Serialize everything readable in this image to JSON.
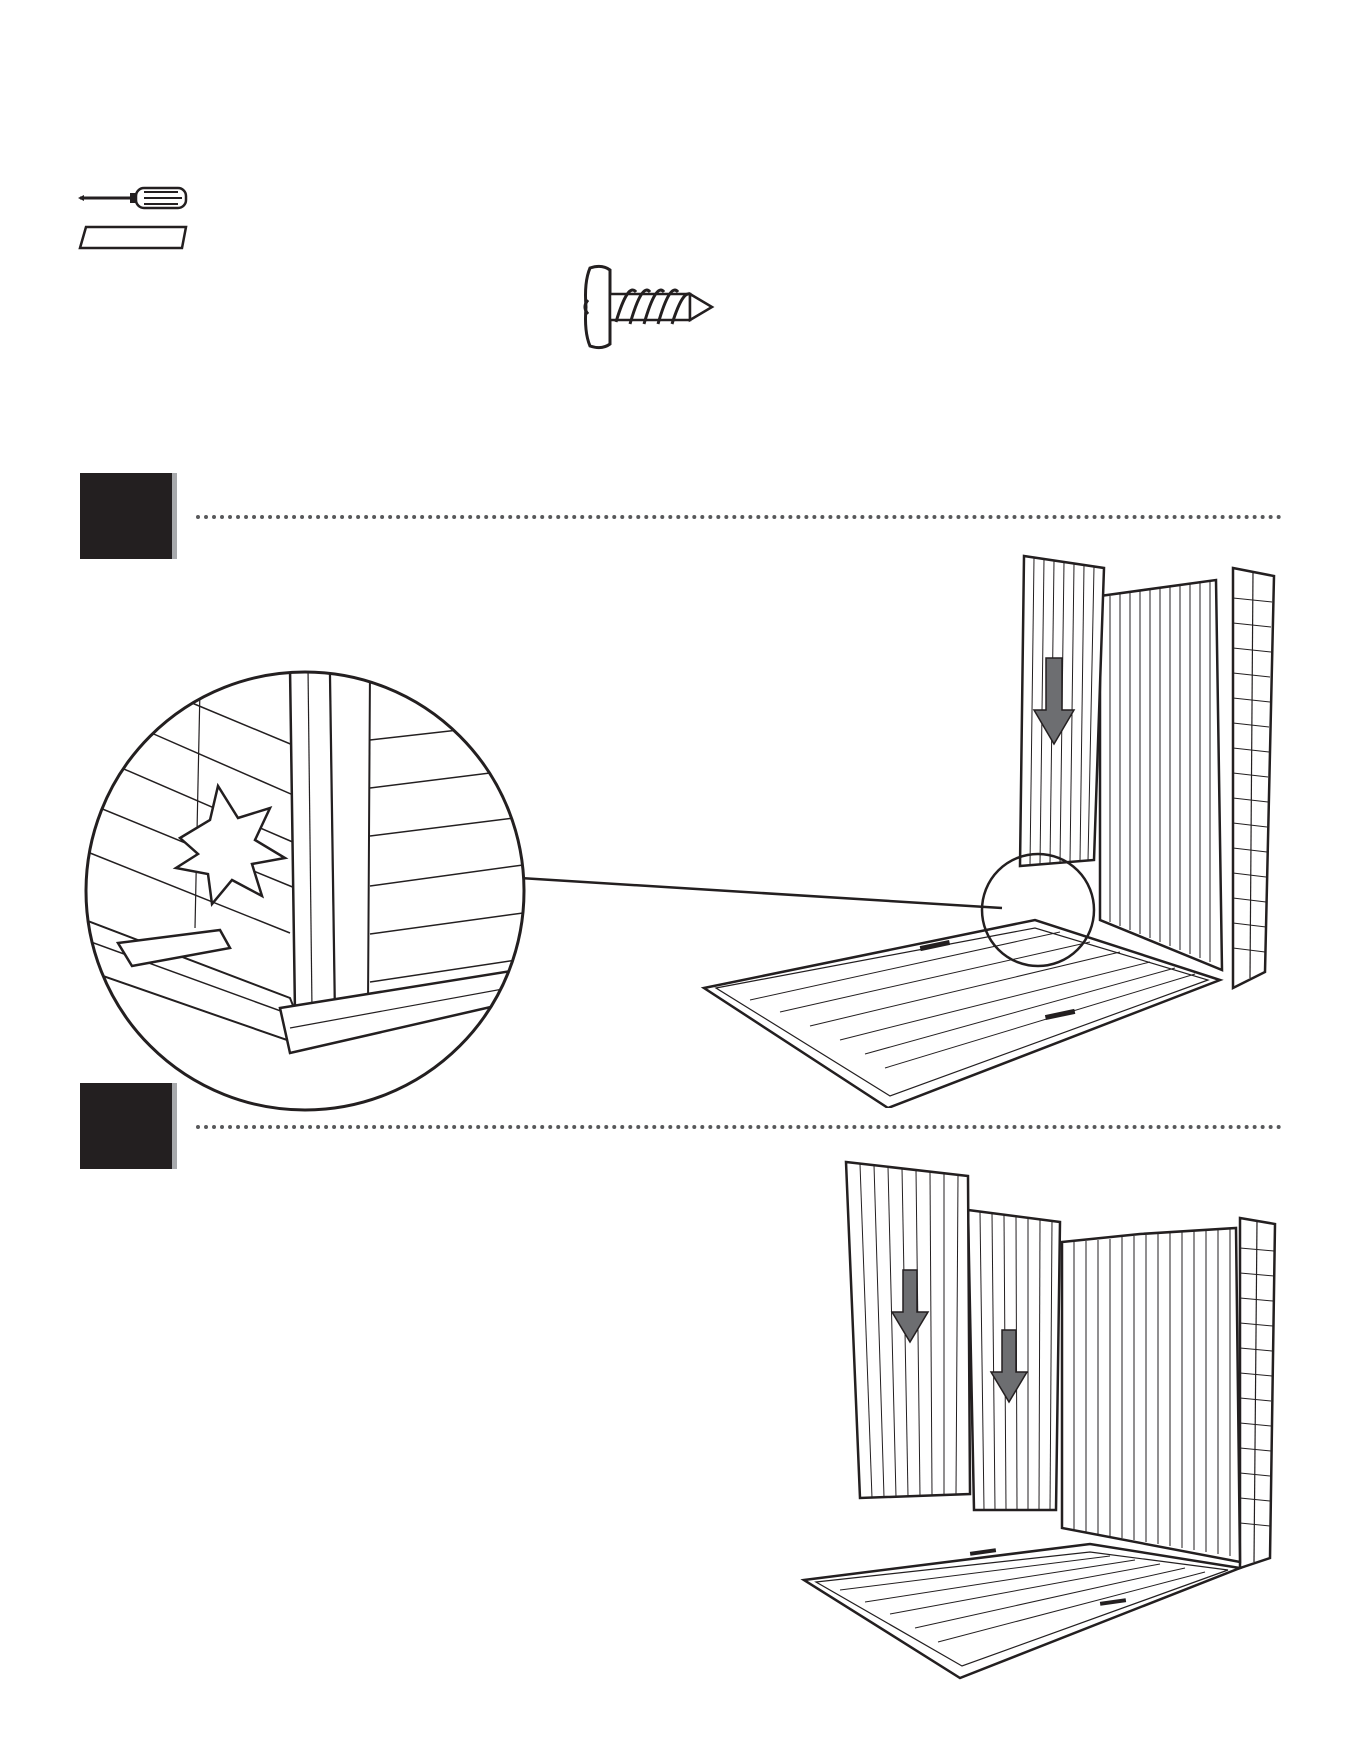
{
  "page": {
    "background": "#ffffff",
    "ink": "#231f20",
    "arrow_fill": "#6d6e71",
    "shadow": "#a7a9ac"
  },
  "tools": [
    {
      "icon": "screwdriver-icon"
    },
    {
      "icon": "shim-board-icon"
    }
  ],
  "hardware": {
    "icon": "pan-head-screw-icon"
  },
  "steps": [
    {
      "icon": "step-marker-1",
      "arrows": 1
    },
    {
      "icon": "step-marker-2",
      "arrows": 2
    }
  ],
  "detail": {
    "icon": "magnified-detail-icon"
  }
}
